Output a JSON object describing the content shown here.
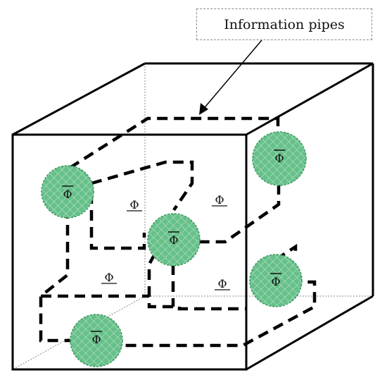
{
  "callout": {
    "text": "Information pipes"
  },
  "nodes": [
    {
      "id": "node-a",
      "label": "Φ"
    },
    {
      "id": "node-b",
      "label": "Φ"
    },
    {
      "id": "node-c",
      "label": "Φ"
    },
    {
      "id": "node-d",
      "label": "Φ"
    },
    {
      "id": "node-e",
      "label": "Φ"
    }
  ],
  "region_labels": [
    {
      "id": "region-1",
      "label": "Φ"
    },
    {
      "id": "region-2",
      "label": "Φ"
    },
    {
      "id": "region-3",
      "label": "Φ"
    },
    {
      "id": "region-4",
      "label": "Φ"
    }
  ],
  "colors": {
    "node_fill": "#66c08a",
    "node_stroke": "#3d9960",
    "pipe": "#000000",
    "cube_edge": "#000000",
    "hidden_edge": "#888888"
  }
}
